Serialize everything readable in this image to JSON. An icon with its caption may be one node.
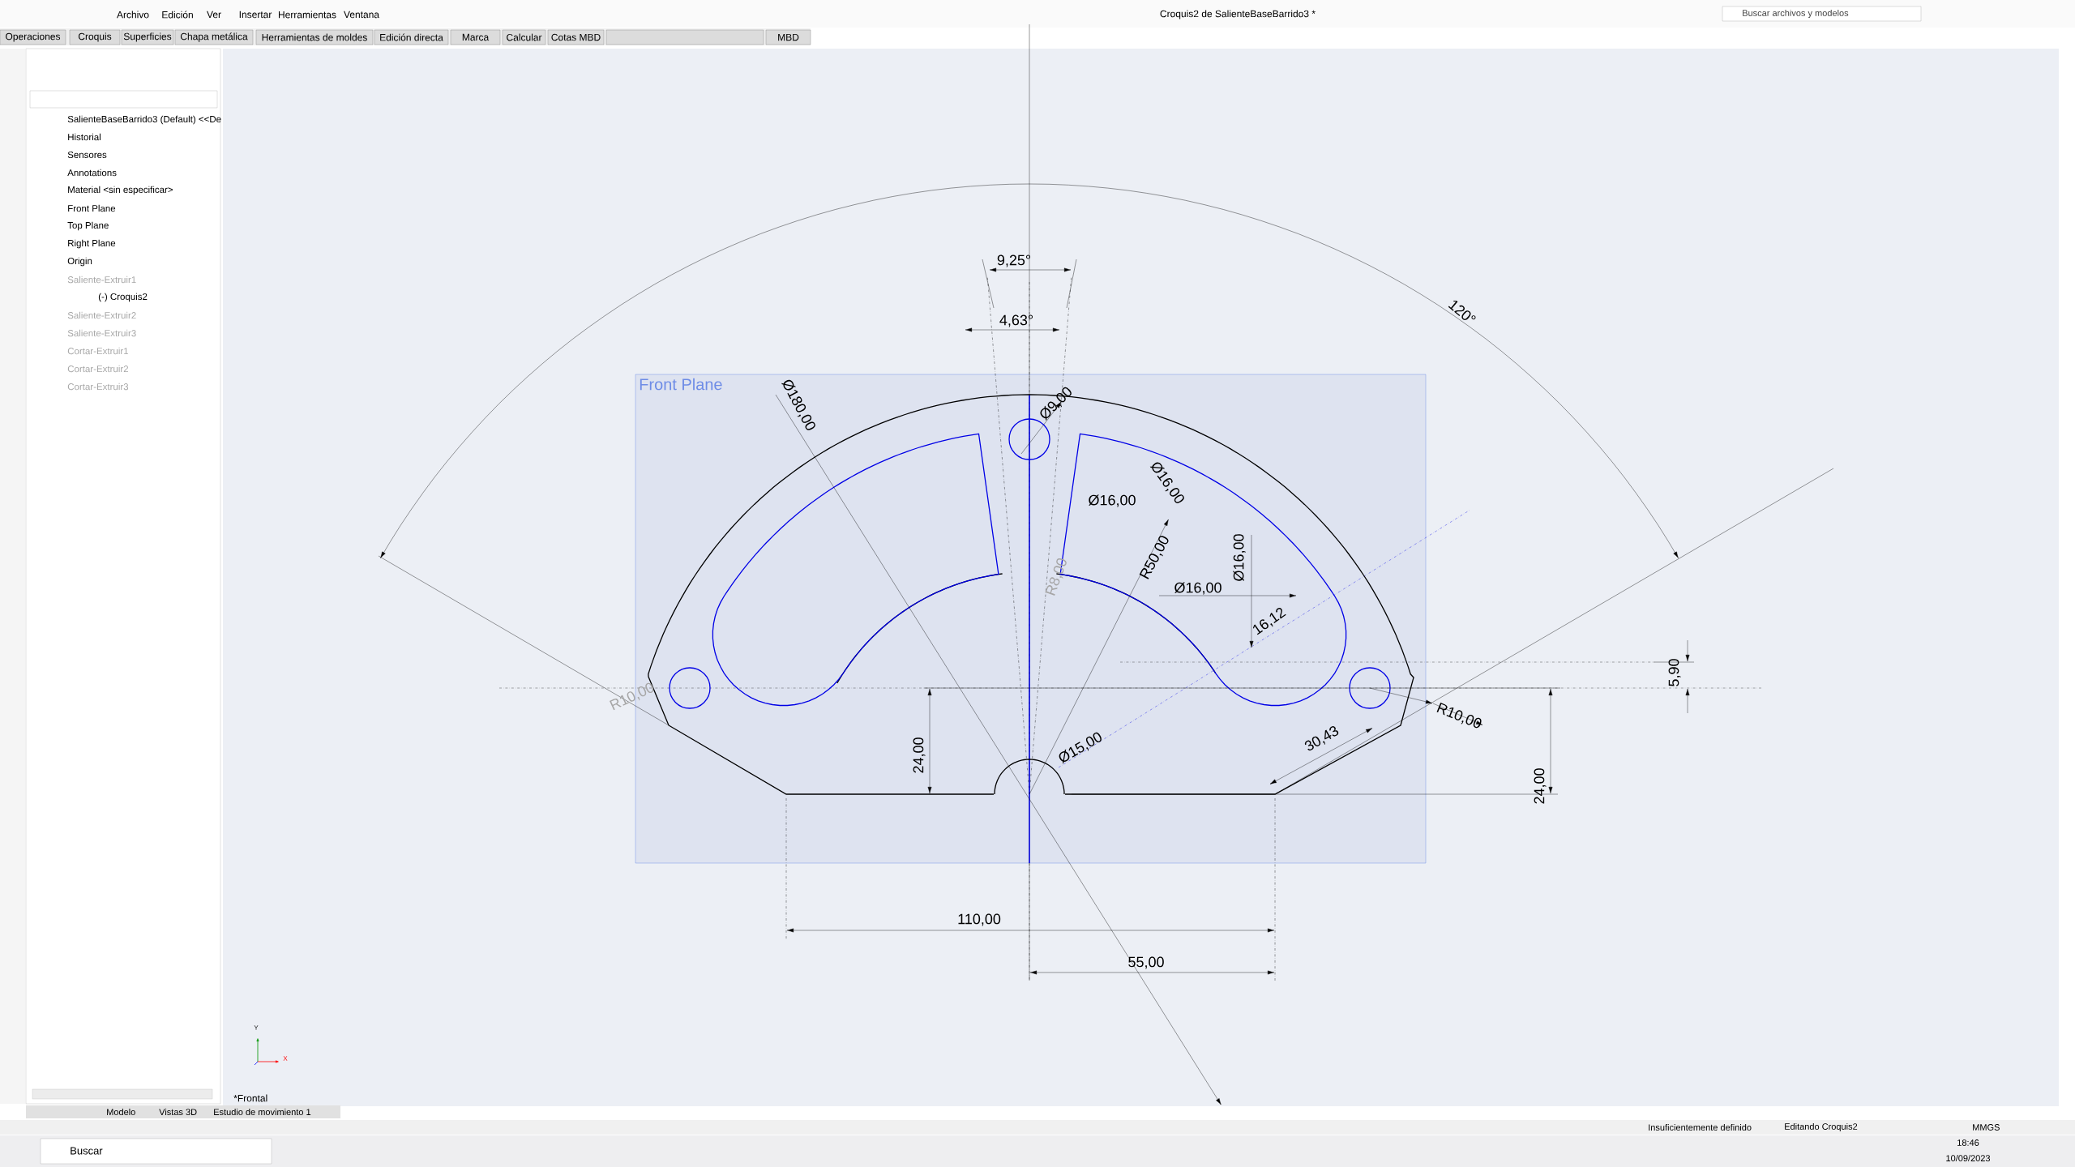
{
  "diagram": {
    "title": "Croquis2 de SalienteBaseBarrido3 *",
    "labels": [
      "Archivo",
      "Edición",
      "Ver",
      "Insertar",
      "Herramientas",
      "Ventana",
      "Operaciones",
      "Croquis",
      "Superficies",
      "Chapa metálica",
      "Herramientas de moldes",
      "Edición directa",
      "Marca",
      "Calcular",
      "Cotas MBD",
      "MBD",
      "Buscar archivos y modelos",
      "SalienteBaseBarrido3 (Default) <<De",
      "Historial",
      "Sensores",
      "Annotations",
      "Material <sin especificar>",
      "Front Plane",
      "Top Plane",
      "Right Plane",
      "Origin",
      "Saliente-Extruir1",
      "(-) Croquis2",
      "Saliente-Extruir2",
      "Saliente-Extruir3",
      "Cortar-Extruir1",
      "Cortar-Extruir2",
      "Cortar-Extruir3",
      "Front Plane",
      "9,25°",
      "4,63°",
      "120°",
      "Ø180,00",
      "Ø9,00",
      "Ø16,00",
      "Ø16,00",
      "R50,00",
      "R8,00",
      "Ø16,00",
      "Ø16,00",
      "16,12",
      "5,90",
      "R10,00",
      "R10,00",
      "24,00",
      "Ø15,00",
      "30,43",
      "24,00",
      "110,00",
      "55,00",
      "Y",
      "X",
      "*Frontal",
      "Modelo",
      "Vistas 3D",
      "Estudio de movimiento 1",
      "Insuficientemente definido",
      "Editando Croquis2",
      "MMGS",
      "Buscar",
      "18:46",
      "10/09/2023"
    ]
  }
}
